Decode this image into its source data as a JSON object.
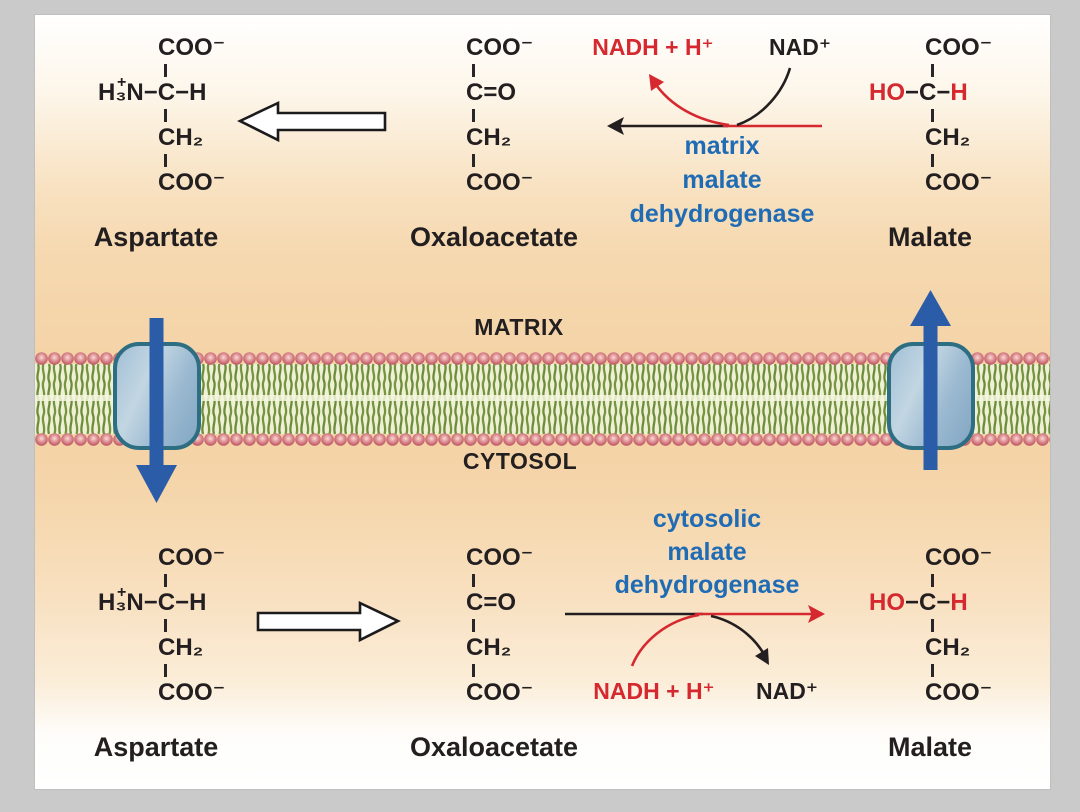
{
  "compartments": {
    "matrix": "MATRIX",
    "cytosol": "CYTOSOL"
  },
  "molecules": {
    "aspartate": {
      "label": "Aspartate",
      "coo_top": "COO⁻",
      "amine_plus": "+",
      "amine_line": "H₃N−C−H",
      "ch2": "CH₂",
      "coo_bottom": "COO⁻"
    },
    "oxaloacetate": {
      "label": "Oxaloacetate",
      "coo_top": "COO⁻",
      "keto": "C=O",
      "ch2": "CH₂",
      "coo_bottom": "COO⁻"
    },
    "malate": {
      "label": "Malate",
      "coo_top": "COO⁻",
      "ho": "HO",
      "c_mid": "−C−",
      "h_right": "H",
      "ch2": "CH₂",
      "coo_bottom": "COO⁻"
    }
  },
  "reactions": {
    "matrix": {
      "enzyme_lines": [
        "matrix",
        "malate",
        "dehydrogenase"
      ],
      "nadh": "NADH + H⁺",
      "nad": "NAD⁺"
    },
    "cytosol": {
      "enzyme_lines": [
        "cytosolic",
        "malate",
        "dehydrogenase"
      ],
      "nadh": "NADH + H⁺",
      "nad": "NAD⁺"
    }
  },
  "colors": {
    "highlight_red": "#d5282f",
    "enzyme_blue": "#1f6cb5",
    "text_black": "#231f20",
    "transport_arrow_blue": "#2b5ca8",
    "membrane_head_pink": "#c5636e",
    "membrane_tail_green": "#6d8c3a",
    "background_gray": "#cacaca"
  }
}
